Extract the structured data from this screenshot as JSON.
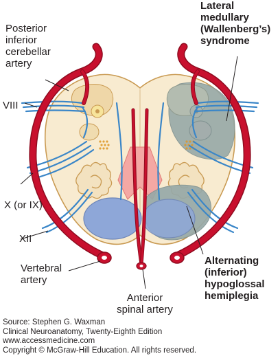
{
  "labels": {
    "pica": "Posterior\ninferior\ncerebellar\nartery",
    "viii": "VIII",
    "x_or_ix": "X (or IX)",
    "xii": "XII",
    "vertebral": "Vertebral\nartery",
    "anterior_spinal": "Anterior\nspinal artery",
    "lateral_medullary": "Lateral\nmedullary\n(Wallenberg’s)\nsyndrome",
    "alternating": "Alternating\n(inferior)\nhypoglossal\nhemiplegia"
  },
  "credits": {
    "source": "Source: Stephen G. Waxman",
    "book": "Clinical Neuroanatomy, Twenty-Eighth Edition",
    "url": "www.accessmedicine.com",
    "copyright": "Copyright © McGraw-Hill Education. All rights reserved."
  },
  "colors": {
    "artery": "#c8102e",
    "artery_dark": "#8e0b1f",
    "nerve": "#3a86c8",
    "tissue": "#f8ebd0",
    "outline": "#c99a52",
    "lesion": "#97a9a8",
    "pyramid": "#8ea7d8",
    "lemniscus": "#f4a8a4",
    "leader": "#231f20"
  },
  "icons": [
    "artery-shape",
    "nerve-root-shape",
    "nucleus-shape"
  ]
}
